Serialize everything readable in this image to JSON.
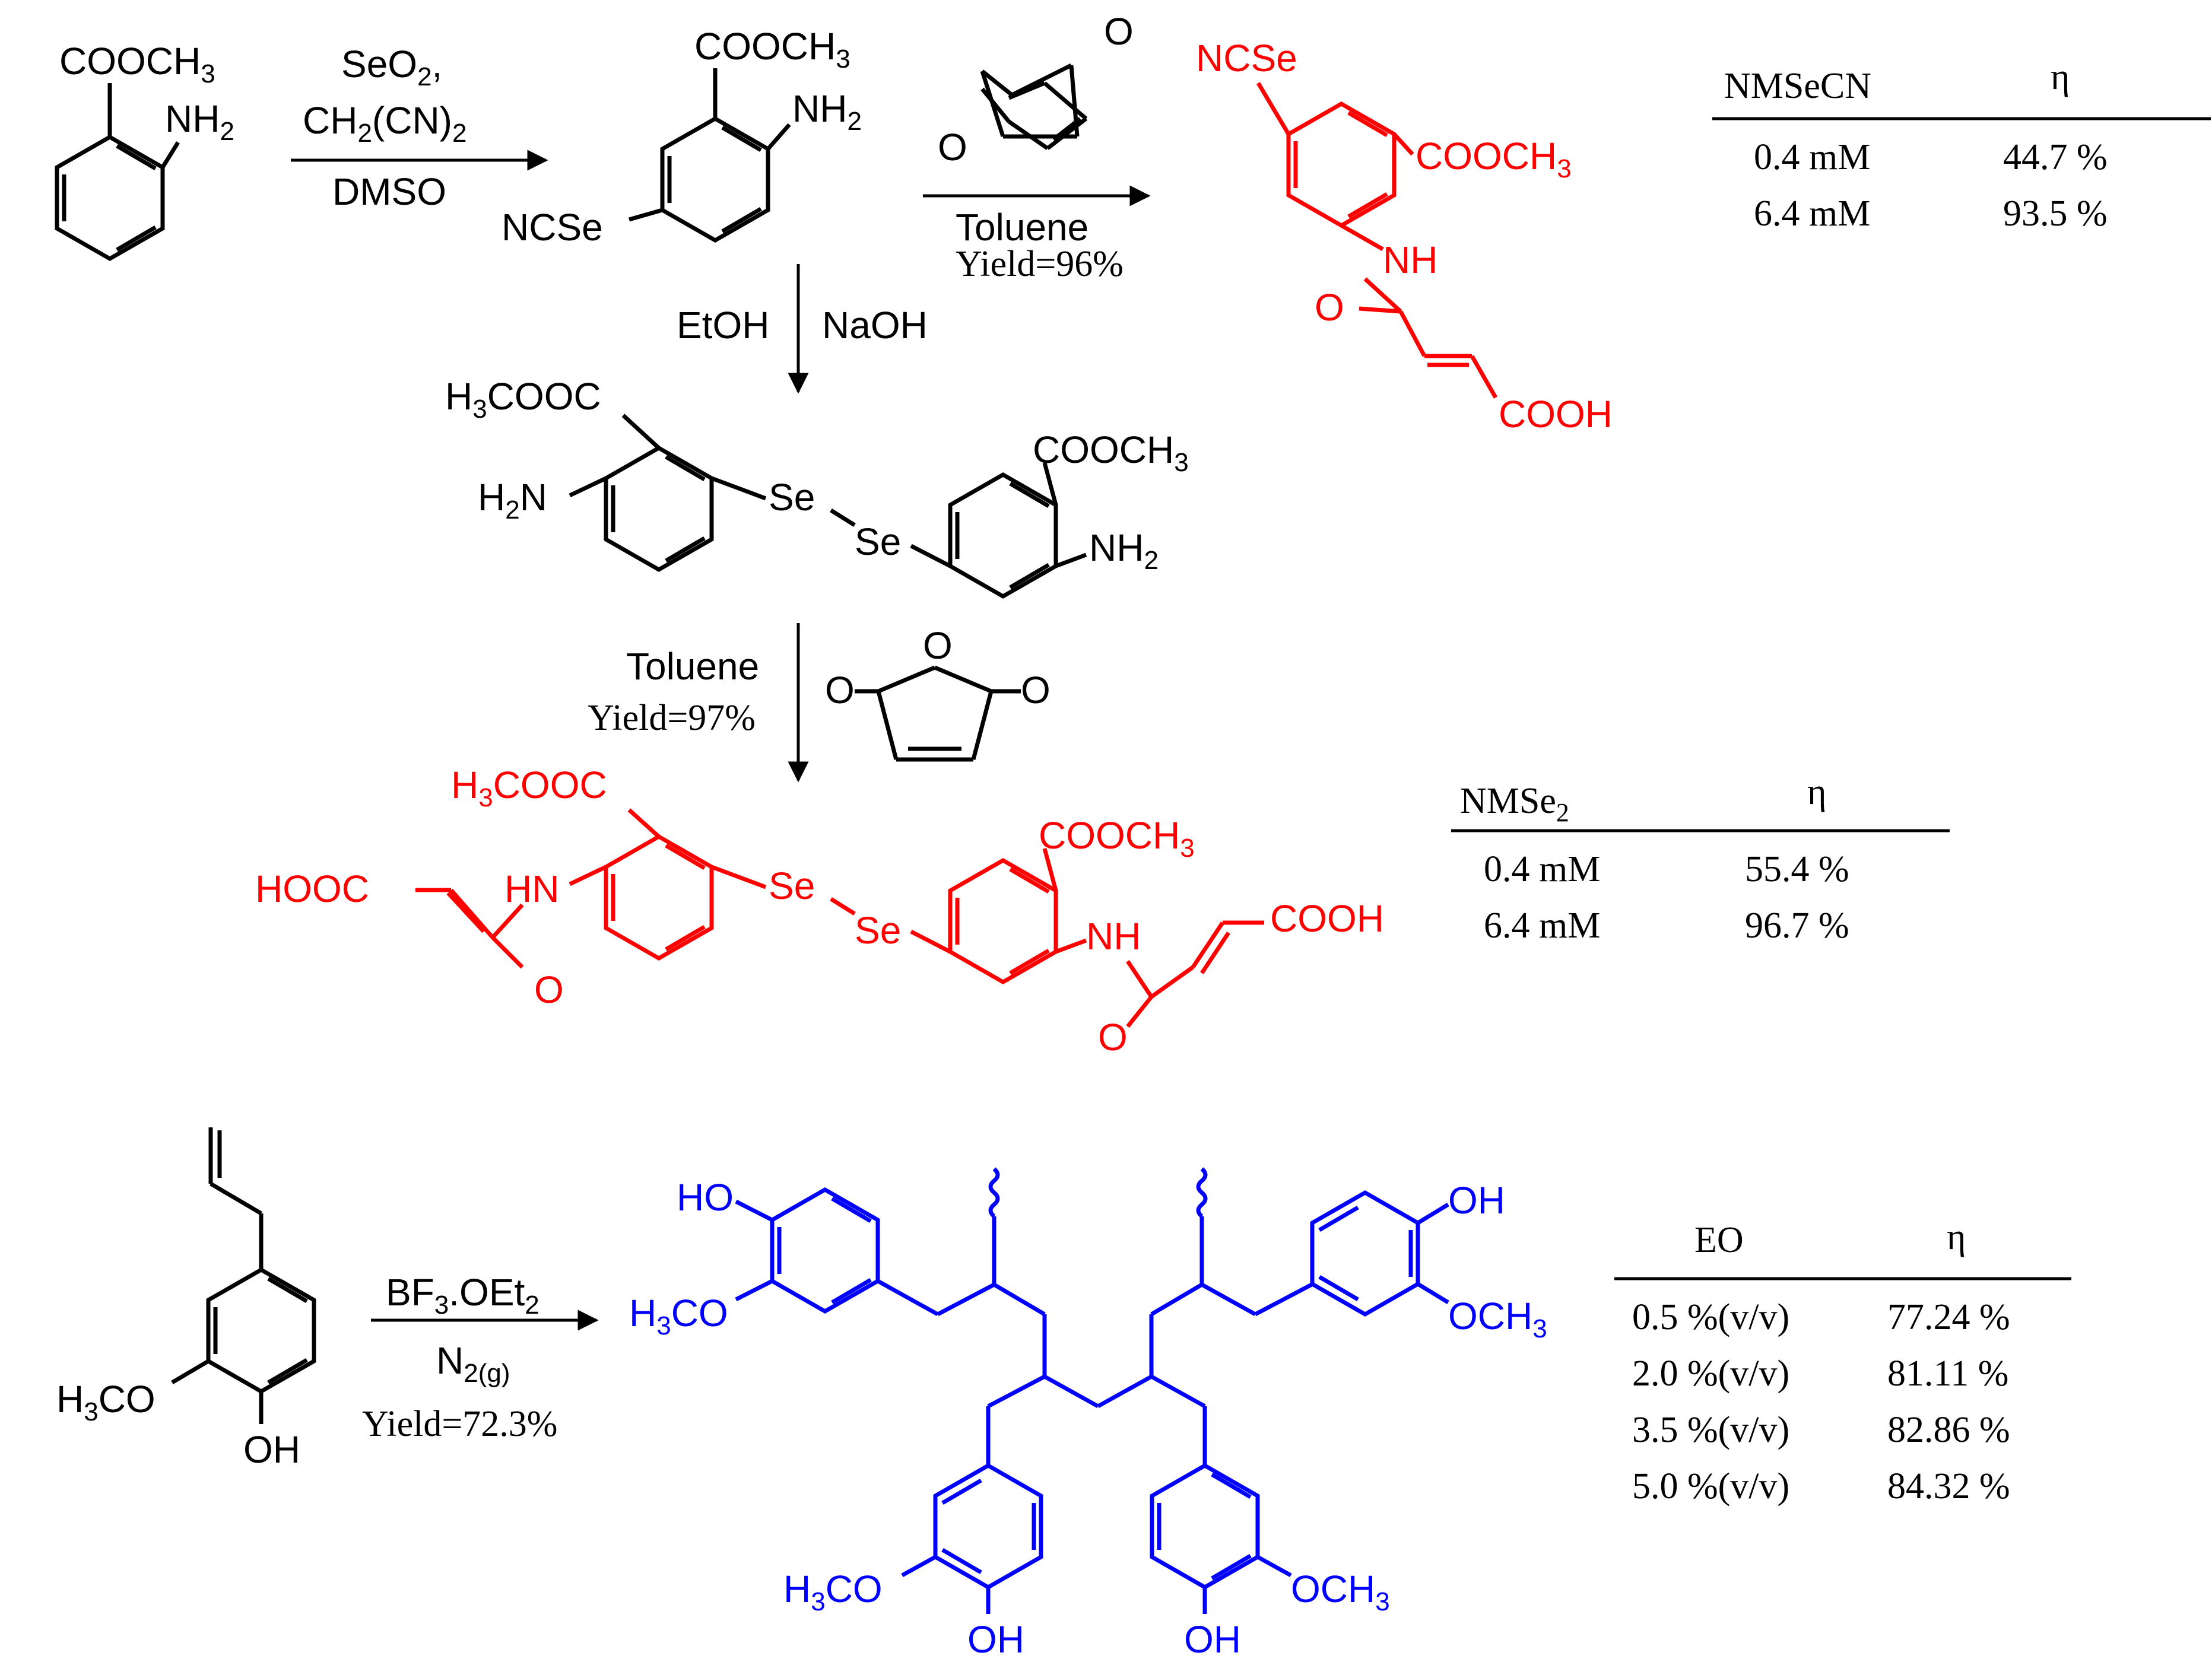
{
  "colors": {
    "black": "#000000",
    "red": "#ff0000",
    "blue": "#0000ff"
  },
  "reagents_1": {
    "reagent_a": "SeO",
    "reagent_a_sub": "2",
    "reagent_a_end": ",",
    "reagent_b": "CH",
    "reagent_b_sub1": "2",
    "reagent_b_mid": "(CN)",
    "reagent_b_sub2": "2",
    "solvent": "DMSO"
  },
  "reagents_2": {
    "solvent": "Toluene",
    "yield": "Yield=96%"
  },
  "reagents_3": {
    "left": "EtOH",
    "right": "NaOH"
  },
  "reagents_4": {
    "solvent": "Toluene",
    "yield": "Yield=97%"
  },
  "reagents_5": {
    "reagent": "BF",
    "reagent_sub1": "3",
    "reagent_mid": ".OEt",
    "reagent_sub2": "2",
    "gas": "N",
    "gas_sub": "2(g)",
    "yield": "Yield=72.3%"
  },
  "labels": {
    "cooch3": "COOCH",
    "sub3": "3",
    "nh2": "NH",
    "sub2": "2",
    "ncse": "NCSe",
    "h3cooc_h": "H",
    "h3cooc_rest": "COOC",
    "h2n_h": "H",
    "h2n_n": "N",
    "se": "Se",
    "nh": "NH",
    "hn": "HN",
    "o": "O",
    "cooh": "COOH",
    "hooc": "HOOC",
    "ho": "HO",
    "oh": "OH",
    "h3co_h": "H",
    "h3co_rest": "CO",
    "och3": "OCH"
  },
  "table_1": {
    "col1": "NMSeCN",
    "col2": "η",
    "rows": [
      [
        "0.4 mM",
        "44.7 %"
      ],
      [
        "6.4 mM",
        "93.5 %"
      ]
    ]
  },
  "table_2": {
    "col1": "NMSe",
    "col1_sub": "2",
    "col2": "η",
    "rows": [
      [
        "0.4 mM",
        "55.4 %"
      ],
      [
        "6.4 mM",
        "96.7 %"
      ]
    ]
  },
  "table_3": {
    "col1": "EO",
    "col2": "η",
    "rows": [
      [
        "0.5 %(v/v)",
        "77.24 %"
      ],
      [
        "2.0 %(v/v)",
        "81.11 %"
      ],
      [
        "3.5 %(v/v)",
        "82.86 %"
      ],
      [
        "5.0 %(v/v)",
        "84.32 %"
      ]
    ]
  }
}
